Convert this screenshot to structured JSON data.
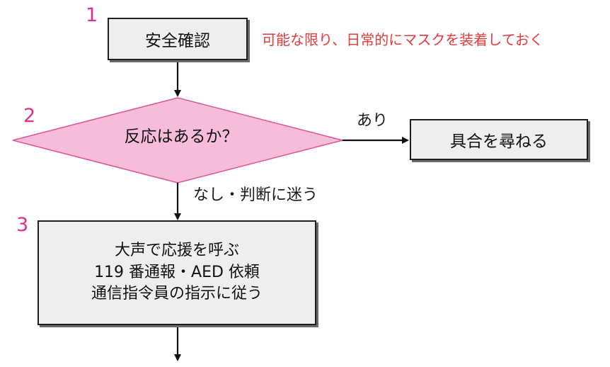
{
  "steps": [
    {
      "number": "1",
      "text": "安全確認"
    },
    {
      "number": "2",
      "text": "反応はあるか？"
    },
    {
      "number": "3",
      "lines": [
        "大声で応援を呼ぶ",
        "119 番通報・AED 依頼",
        "通信指令員の指示に従う"
      ]
    }
  ],
  "note": "可能な限り、日常的にマスクを装着しておく",
  "branch_yes": {
    "label": "あり",
    "target": "具合を尋ねる"
  },
  "branch_no": {
    "label": "なし・判断に迷う"
  },
  "colors": {
    "diamond_fill": "#f7bcd8",
    "diamond_stroke": "#d9569a",
    "step_number": "#e0308c",
    "note": "#e23b3b",
    "box_fill": "#eeeeee"
  }
}
